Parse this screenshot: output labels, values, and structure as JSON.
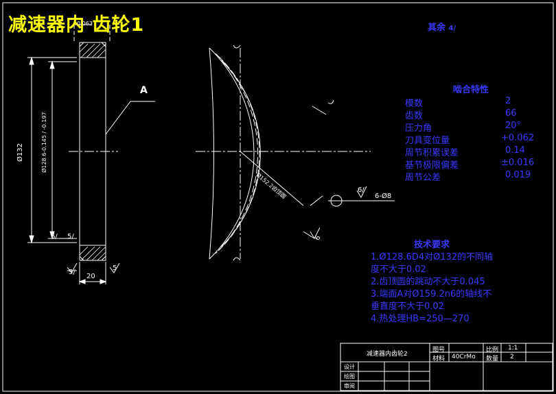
{
  "drawing_title": "减速器内 齿轮1",
  "roughness_note": {
    "label": "其余",
    "value": "4/"
  },
  "left_view": {
    "dim_outer": "Ø132",
    "dim_pitch": "Ø128.6-0.145 / -0.197",
    "dim_width": "20",
    "roughness_a": "6/",
    "roughness_b": "5/",
    "roughness_c": "5/",
    "roughness_d": "5",
    "top_label": "0.063",
    "datum_label": "A"
  },
  "front_view": {
    "diameter_label": "Ø152.2齿顶圆",
    "roughness_hole": "6/",
    "hole_note": "6-Ø8",
    "roughness_edge": "6"
  },
  "mesh_table": {
    "title": "啮合特性",
    "rows": [
      {
        "name": "模数",
        "value": "2"
      },
      {
        "name": "齿数",
        "value": "66"
      },
      {
        "name": "压力角",
        "value": "20°"
      },
      {
        "name": "刀具变位量",
        "value": "+0.062"
      },
      {
        "name": "周节积累误差",
        "value": "0.14"
      },
      {
        "name": "基节极限偏差",
        "value": "±0.016"
      },
      {
        "name": "周节公差",
        "value": "0.019"
      }
    ]
  },
  "tech_requirements": {
    "title": "技术要求",
    "lines": [
      "1.Ø128.6D4对Ø132的不同轴",
      "度不大于0.02",
      "2.齿顶圆的跳动不大于0.045",
      "3.端面A对Ø159.2n6的轴线不",
      "垂直度不大于0.02",
      "4.热处理HB=250—270"
    ]
  },
  "title_block": {
    "part_name": "减速器内齿轮2",
    "drawing_no_label": "图号",
    "material_label": "材料",
    "material_value": "40CrMo",
    "scale_label": "比例",
    "scale_value": "1:1",
    "qty_label": "数量",
    "qty_value": "2",
    "designer_label": "设计",
    "drafter_label": "绘图",
    "reviewer_label": "审阅"
  },
  "colors": {
    "background": "#000000",
    "lines": "#ffffff",
    "annotation": "#3a3aff",
    "title": "#ffff00"
  }
}
